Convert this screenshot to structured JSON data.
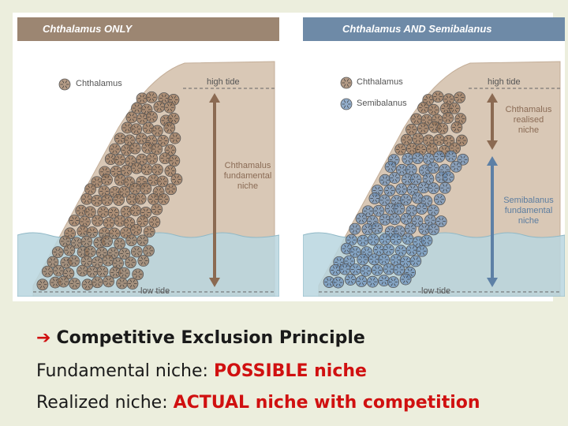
{
  "panels": [
    {
      "title": "Chthalamus ONLY",
      "header_color": "#9c8672",
      "legend": [
        {
          "label": "Chthalamus",
          "species": "chthalamus"
        }
      ],
      "high_tide": "high tide",
      "low_tide": "low tide",
      "niche_labels": [
        {
          "text": "Chthamalus\nfundamental\nniche",
          "color": "#8a6b55"
        }
      ]
    },
    {
      "title": "Chthalamus AND Semibalanus",
      "header_color": "#6e8aa7",
      "legend": [
        {
          "label": "Chthalamus",
          "species": "chthalamus"
        },
        {
          "label": "Semibalanus",
          "species": "semibalanus"
        }
      ],
      "high_tide": "high tide",
      "low_tide": "low tide",
      "niche_labels": [
        {
          "text": "Chthamalus\nrealised\nniche",
          "color": "#8a6b55"
        },
        {
          "text": "Semibalanus\nfundamental\nniche",
          "color": "#5c7da0"
        }
      ]
    }
  ],
  "colors": {
    "rock": "#d9c8b6",
    "rock_edge": "#c4ae98",
    "water": "#b8d6df",
    "water_edge": "#8fb8c6",
    "chthalamus": "#9b7a5e",
    "semibalanus": "#6f93bb",
    "arrow_brown": "#8b6a52",
    "arrow_blue": "#5d80a6"
  },
  "caption": {
    "line1_arrow": "➔",
    "line1": "Competitive Exclusion Principle",
    "line2_prefix": "Fundamental niche: ",
    "line2_highlight": "POSSIBLE niche",
    "line3_prefix": "Realized niche: ",
    "line3_highlight": "ACTUAL niche with competition"
  }
}
